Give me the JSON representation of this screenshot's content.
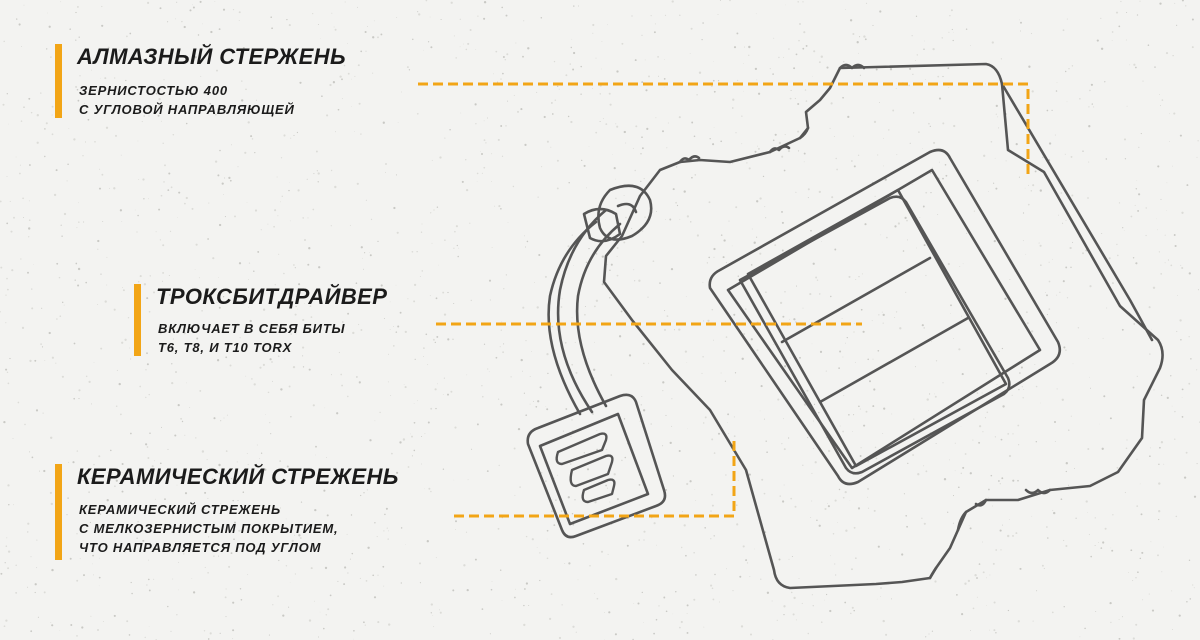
{
  "callouts": [
    {
      "title": "АЛМАЗНЫЙ СТЕРЖЕНЬ",
      "lines": [
        "ЗЕРНИСТОСТЬЮ 400",
        "С УГЛОВОЙ НАПРАВЛЯЮЩЕЙ"
      ]
    },
    {
      "title": "ТРОКСБИТДРАЙВЕР",
      "lines": [
        "ВКЛЮЧАЕТ В СЕБЯ БИТЫ",
        "Т6, Т8, И Т10 TORX"
      ]
    },
    {
      "title": "КЕРАМИЧЕСКИЙ СТРЕЖЕНЬ",
      "lines": [
        "КЕРАМИЧЕСКИЙ СТРЕЖЕНЬ",
        "С МЕЛКОЗЕРНИСТЫМ ПОКРЫТИЕМ,",
        "ЧТО НАПРАВЛЯЕТСЯ ПОД УГЛОМ"
      ]
    }
  ],
  "colors": {
    "accent": "#f2a516",
    "line": "#555555",
    "text": "#1b1b1b",
    "background": "#f3f3f1"
  },
  "icons": [
    "product-illustration",
    "logo-icon"
  ]
}
